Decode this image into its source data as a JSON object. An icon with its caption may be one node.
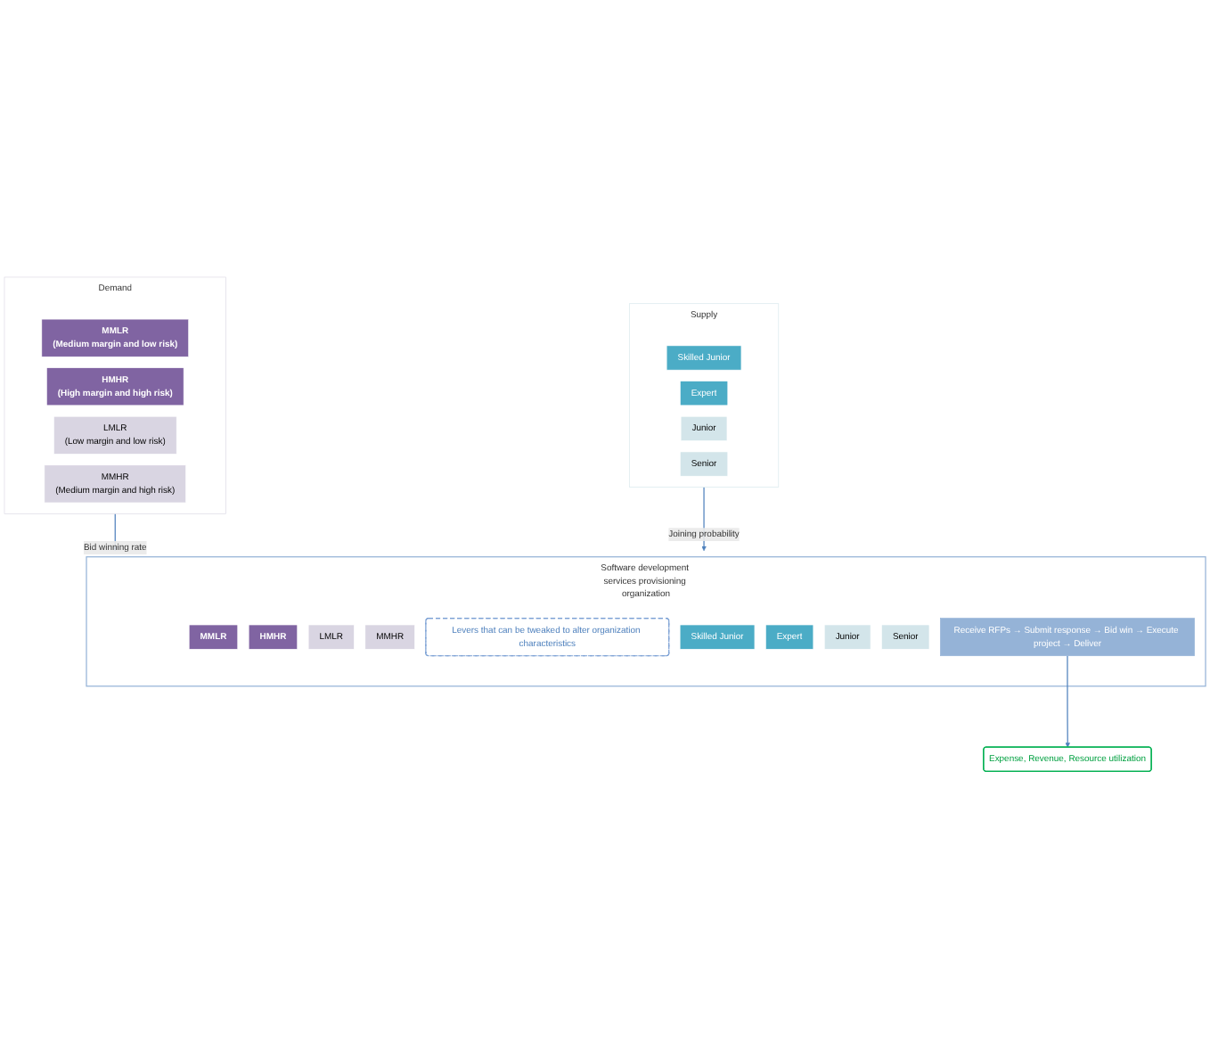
{
  "diagram": {
    "nodes": [
      {
        "text": [
          "Demand"
        ]
      },
      {
        "text": [
          "MMLR",
          "(Medium margin and low risk)"
        ],
        "in": 0
      },
      {
        "text": [
          "HMHR",
          "(High margin and high risk)"
        ],
        "in": 0
      },
      {
        "text": [
          "LMLR",
          "(Low margin and low risk)"
        ],
        "in": 0
      },
      {
        "text": [
          "MMHR",
          "(Medium margin and high risk)"
        ],
        "in": 0
      },
      {
        "text": [
          "Supply"
        ]
      },
      {
        "text": [
          "Skilled Junior"
        ],
        "in": 5
      },
      {
        "text": [
          "Expert"
        ],
        "in": 5
      },
      {
        "text": [
          "Junior"
        ],
        "in": 5
      },
      {
        "text": [
          "Senior"
        ],
        "in": 5
      },
      {
        "text": [
          "Software development services provisioning organization"
        ]
      },
      {
        "text": [
          "MMLR"
        ],
        "in": 10
      },
      {
        "text": [
          "HMHR"
        ],
        "in": 10
      },
      {
        "text": [
          "LMLR"
        ],
        "in": 10
      },
      {
        "text": [
          "MMHR"
        ],
        "in": 10
      },
      {
        "text": [
          "Levers that can be tweaked to alter organization characteristics"
        ],
        "in": 10
      },
      {
        "text": [
          "Skilled Junior"
        ],
        "in": 10
      },
      {
        "text": [
          "Expert"
        ],
        "in": 10
      },
      {
        "text": [
          "Junior"
        ],
        "in": 10
      },
      {
        "text": [
          "Senior"
        ],
        "in": 10
      },
      {
        "text": [
          "Receive RFPs → Submit response → Bid win → Execute project → Deliver"
        ],
        "in": 10
      },
      {
        "text": [
          "Expense, Revenue, Resource utilization"
        ]
      }
    ],
    "edges": [
      {
        "from": 0,
        "to": 10,
        "arrow": "to",
        "label": "Bid winning rate"
      },
      {
        "from": 5,
        "to": 10,
        "arrow": "to",
        "label": "Joining probability"
      },
      {
        "from": 20,
        "to": 21,
        "arrow": "to"
      }
    ]
  }
}
